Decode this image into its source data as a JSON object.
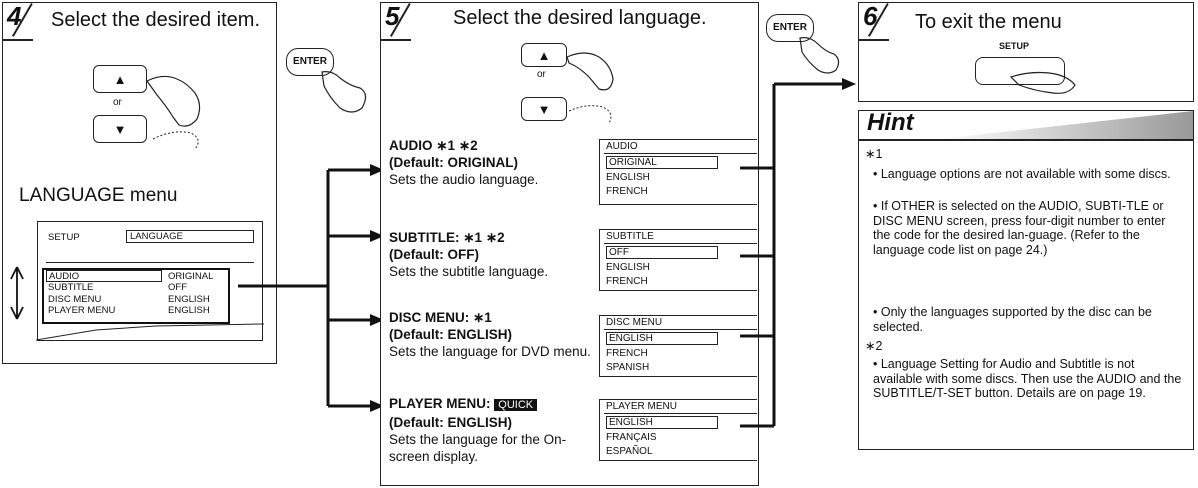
{
  "step4": {
    "number": "4",
    "title": "Select the desired item.",
    "up_glyph": "▲",
    "or": "or",
    "down_glyph": "▼",
    "caption": "LANGUAGE menu",
    "menu": {
      "setup": "SETUP",
      "language": "LANGUAGE",
      "rows": [
        {
          "item": "AUDIO",
          "value": "ORIGINAL"
        },
        {
          "item": "SUBTITLE",
          "value": "OFF"
        },
        {
          "item": "DISC MENU",
          "value": "ENGLISH"
        },
        {
          "item": "PLAYER MENU",
          "value": "ENGLISH"
        }
      ]
    }
  },
  "enter_label": "ENTER",
  "step5": {
    "number": "5",
    "title": "Select the desired language.",
    "up_glyph": "▲",
    "or": "or",
    "down_glyph": "▼",
    "items": [
      {
        "name": "AUDIO ∗1 ∗2",
        "default": "(Default: ORIGINAL)",
        "desc": "Sets the audio language.",
        "box": {
          "head": "AUDIO",
          "opts": [
            "ORIGINAL",
            "ENGLISH",
            "FRENCH"
          ]
        }
      },
      {
        "name": "SUBTITLE: ∗1 ∗2",
        "default": "(Default: OFF)",
        "desc": "Sets the subtitle language.",
        "box": {
          "head": "SUBTITLE",
          "opts": [
            "OFF",
            "ENGLISH",
            "FRENCH"
          ]
        }
      },
      {
        "name": "DISC MENU: ∗1",
        "default": "(Default: ENGLISH)",
        "desc": "Sets the language for DVD menu.",
        "box": {
          "head": "DISC MENU",
          "opts": [
            "ENGLISH",
            "FRENCH",
            "SPANISH"
          ]
        }
      },
      {
        "name": "PLAYER MENU:",
        "badge": "QUICK",
        "default": "(Default: ENGLISH)",
        "desc": "Sets the language for the On-screen display.",
        "box": {
          "head": "PLAYER MENU",
          "opts": [
            "ENGLISH",
            "FRANÇAIS",
            "ESPAÑOL"
          ]
        }
      }
    ]
  },
  "step6": {
    "number": "6",
    "title": "To exit the menu",
    "button": "SETUP"
  },
  "hint": {
    "title": "Hint",
    "note1": "∗1",
    "b1": "• Language options are not available with some discs.",
    "b2": "• If OTHER is selected on the AUDIO, SUBTI-TLE or DISC MENU screen, press four-digit number to enter the code for the desired lan-guage. (Refer to the language code list on page 24.)",
    "b3": "• Only the languages supported by the disc can be selected.",
    "note2": "∗2",
    "b4": "• Language Setting for Audio and Subtitle is not available with some discs. Then use the AUDIO and the SUBTITLE/T-SET button. Details are on page 19."
  }
}
